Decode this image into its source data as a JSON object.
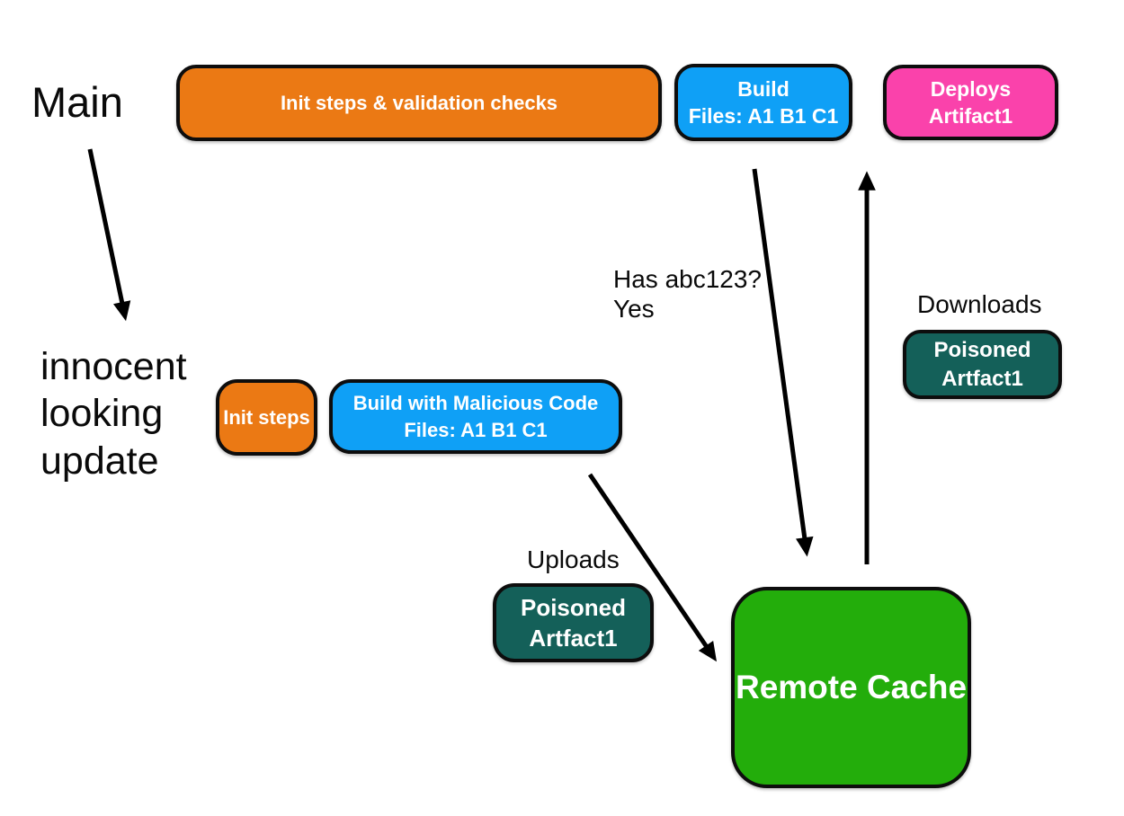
{
  "canvas": {
    "background": "#ffffff",
    "arrow_color": "#000000",
    "border_color": "#0d0d0d"
  },
  "labels": {
    "main": "Main",
    "innocent_update": "innocent\nlooking\nupdate",
    "has_hash": "Has abc123?\nYes",
    "downloads": "Downloads",
    "uploads": "Uploads"
  },
  "nodes": {
    "init_validation": {
      "label": "Init steps & validation checks",
      "color": "#EB7914"
    },
    "build_main": {
      "title": "Build",
      "subtitle": "Files: A1 B1 C1",
      "color": "#0FA0F6"
    },
    "deploys": {
      "title": "Deploys",
      "subtitle": "Artifact1",
      "color": "#FA42AB"
    },
    "init_steps": {
      "label": "Init steps",
      "color": "#EB7914"
    },
    "build_malicious": {
      "title": "Build with Malicious Code",
      "subtitle": "Files: A1 B1 C1",
      "color": "#0FA0F6"
    },
    "poisoned_download": {
      "title": "Poisoned",
      "subtitle": "Artfact1",
      "color": "#146059"
    },
    "poisoned_upload": {
      "title": "Poisoned",
      "subtitle": "Artfact1",
      "color": "#146059"
    },
    "remote_cache": {
      "label": "Remote Cache",
      "color": "#23AD0B"
    }
  }
}
